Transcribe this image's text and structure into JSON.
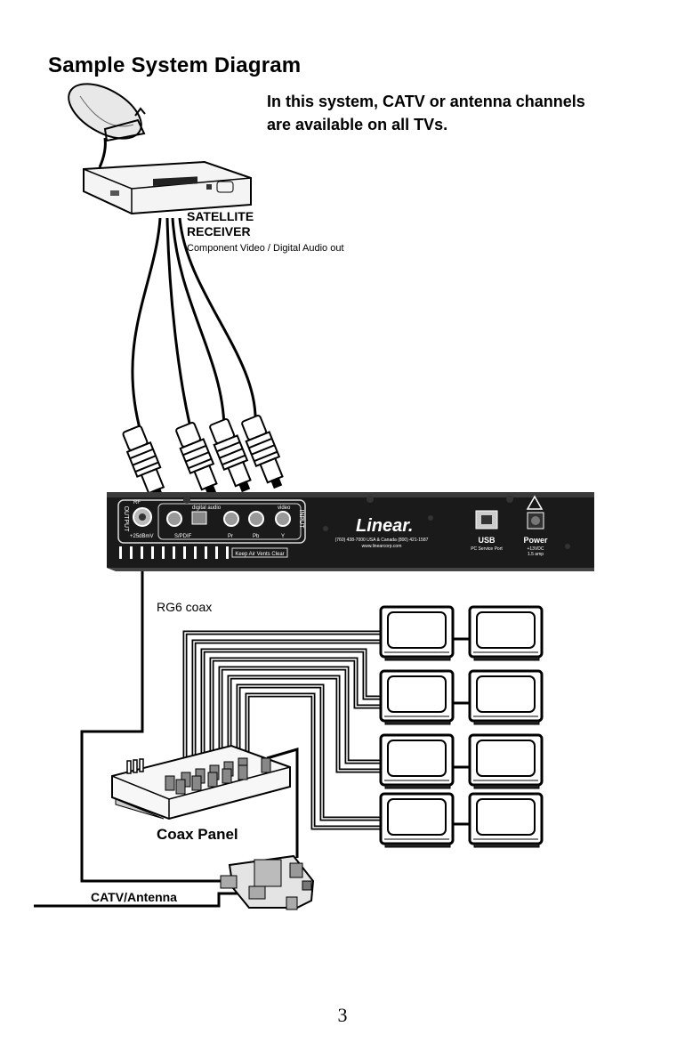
{
  "title": "Sample System Diagram",
  "intro": {
    "line1": "In this system, CATV or antenna channels",
    "line2": "are available on all TVs."
  },
  "satellite_receiver": {
    "label_line1": "SATELLITE",
    "label_line2": "RECEIVER",
    "sublabel": "Component Video / Digital Audio out"
  },
  "modulator": {
    "brand": "Linear.",
    "output_label": "OUTPUT",
    "input_label": "INPUT",
    "rf_label": "RF",
    "level_label": "+25dBmV",
    "digital_audio_label": "digital audio",
    "spdif_label": "S/PDIF",
    "video_label": "video",
    "pr_label": "Pr",
    "pb_label": "Pb",
    "y_label": "Y",
    "phone_text": "(760) 438-7000 USA & Canada (800) 421-1587",
    "web_text": "www.linearcorp.com",
    "vents_label": "Keep Air Vents Clear",
    "usb_label": "USB",
    "usb_sub": "PC Service Port",
    "power_label": "Power",
    "power_sub1": "+13VDC",
    "power_sub2": "1.5 amp"
  },
  "rg6_label": "RG6 coax",
  "coax_panel_label": "Coax Panel",
  "catv_label": "CATV/Antenna",
  "page_number": "3",
  "icons": [
    "satellite-dish-icon",
    "satellite-receiver-icon",
    "rca-plug-icon",
    "tv-icon",
    "coax-panel-icon",
    "splitter-icon"
  ]
}
